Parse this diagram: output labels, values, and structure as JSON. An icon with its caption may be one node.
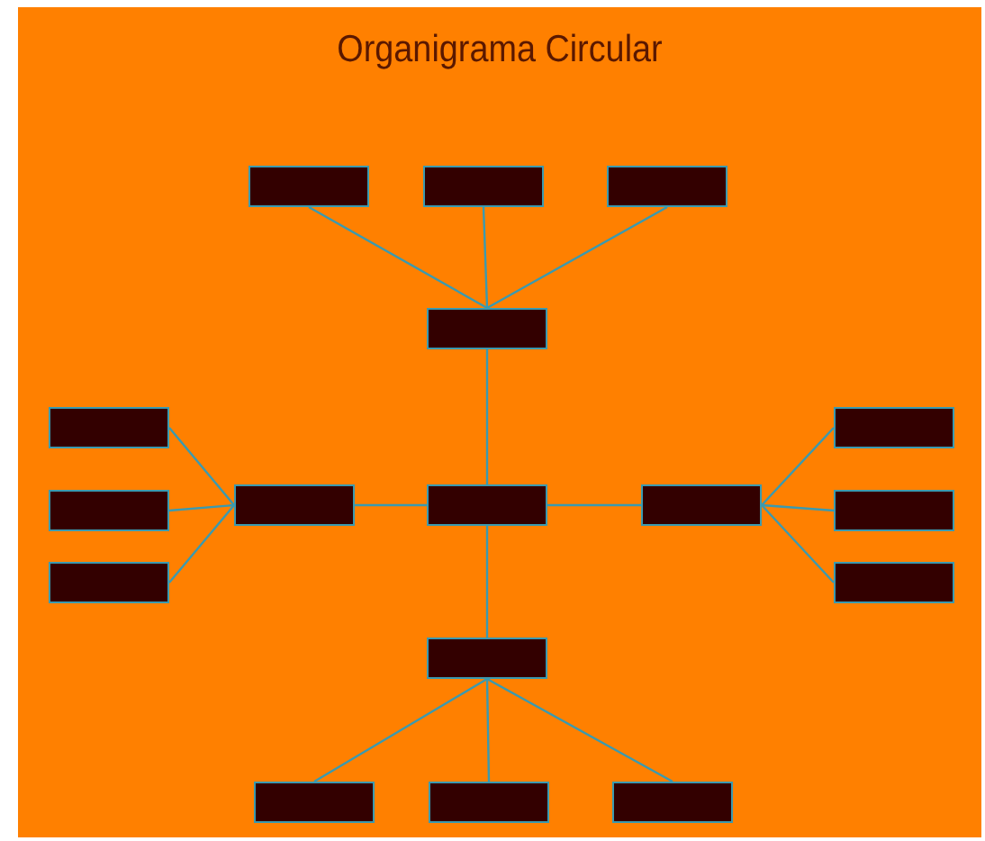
{
  "diagram": {
    "title": "Organigrama Circular",
    "nodes": [
      {
        "text": [],
        "shape": "box"
      },
      {
        "text": [],
        "shape": "box"
      },
      {
        "text": [],
        "shape": "box"
      },
      {
        "text": [],
        "shape": "box"
      },
      {
        "text": [],
        "shape": "box"
      },
      {
        "text": [],
        "shape": "box"
      },
      {
        "text": [],
        "shape": "box"
      },
      {
        "text": [],
        "shape": "box"
      },
      {
        "text": [],
        "shape": "box"
      },
      {
        "text": [],
        "shape": "box"
      },
      {
        "text": [],
        "shape": "box"
      },
      {
        "text": [],
        "shape": "box"
      },
      {
        "text": [],
        "shape": "box"
      },
      {
        "text": [],
        "shape": "box"
      },
      {
        "text": [],
        "shape": "box"
      },
      {
        "text": [],
        "shape": "box"
      },
      {
        "text": [],
        "shape": "box"
      }
    ],
    "edges": [
      {
        "from": 0,
        "to": 3,
        "arrow": "none"
      },
      {
        "from": 1,
        "to": 3,
        "arrow": "none"
      },
      {
        "from": 2,
        "to": 3,
        "arrow": "none"
      },
      {
        "from": 3,
        "to": 8,
        "arrow": "none"
      },
      {
        "from": 4,
        "to": 7,
        "arrow": "none"
      },
      {
        "from": 6,
        "to": 7,
        "arrow": "none"
      },
      {
        "from": 11,
        "to": 7,
        "arrow": "none"
      },
      {
        "from": 7,
        "to": 8,
        "arrow": "none"
      },
      {
        "from": 8,
        "to": 9,
        "arrow": "none"
      },
      {
        "from": 9,
        "to": 5,
        "arrow": "none"
      },
      {
        "from": 9,
        "to": 10,
        "arrow": "none"
      },
      {
        "from": 9,
        "to": 12,
        "arrow": "none"
      },
      {
        "from": 8,
        "to": 13,
        "arrow": "none"
      },
      {
        "from": 13,
        "to": 14,
        "arrow": "none"
      },
      {
        "from": 13,
        "to": 15,
        "arrow": "none"
      },
      {
        "from": 13,
        "to": 16,
        "arrow": "none"
      }
    ]
  }
}
